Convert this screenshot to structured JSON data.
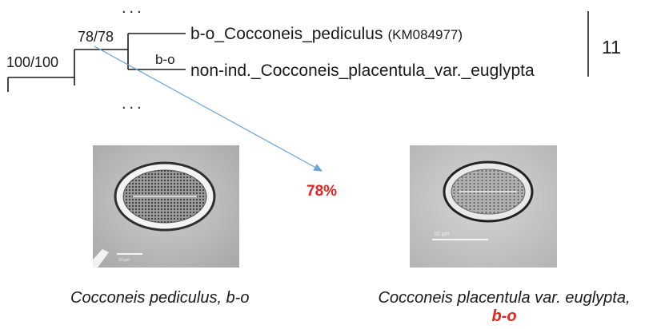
{
  "tree": {
    "ellipsis_top": "...",
    "ellipsis_bottom": "...",
    "root_support": "100/100",
    "clade_support": "78/78",
    "branch_label": "b-o",
    "taxon_1_name": "b-o_Cocconeis_pediculus",
    "taxon_1_accession": "(KM084977)",
    "taxon_2_name": "non-ind._Cocconeis_placentula_var._euglypta",
    "group_number": "11"
  },
  "similarity": {
    "value": "78%",
    "color": "#e8231f",
    "arrow_color": "#6aa3d8"
  },
  "micrographs": [
    {
      "caption": "Cocconeis pediculus, b-o",
      "scale_text": "10 µm"
    },
    {
      "caption": "Cocconeis placentula var. euglypta,",
      "caption_highlight": "b-o",
      "scale_text": "10 µm"
    }
  ]
}
